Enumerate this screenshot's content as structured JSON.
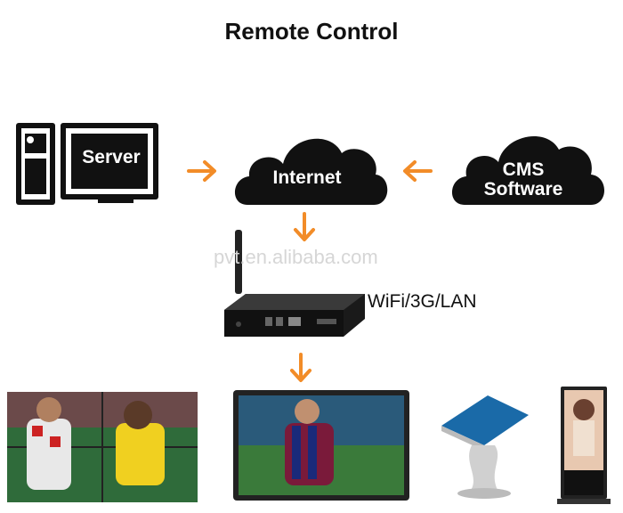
{
  "title": "Remote Control",
  "watermark": "pvt.en.alibaba.com",
  "nodes": {
    "server": "Server",
    "internet": "Internet",
    "cms_line1": "CMS",
    "cms_line2": "Software",
    "player_label": "WiFi/3G/LAN"
  },
  "colors": {
    "arrow": "#f28c28",
    "shape": "#111111"
  },
  "icons": [
    "tower-pc-icon",
    "monitor-icon",
    "cloud-icon",
    "arrow-right-icon",
    "arrow-left-icon",
    "arrow-down-icon",
    "media-player-icon",
    "antenna-icon",
    "video-wall-icon",
    "tv-screen-icon",
    "kiosk-icon",
    "totem-display-icon"
  ]
}
